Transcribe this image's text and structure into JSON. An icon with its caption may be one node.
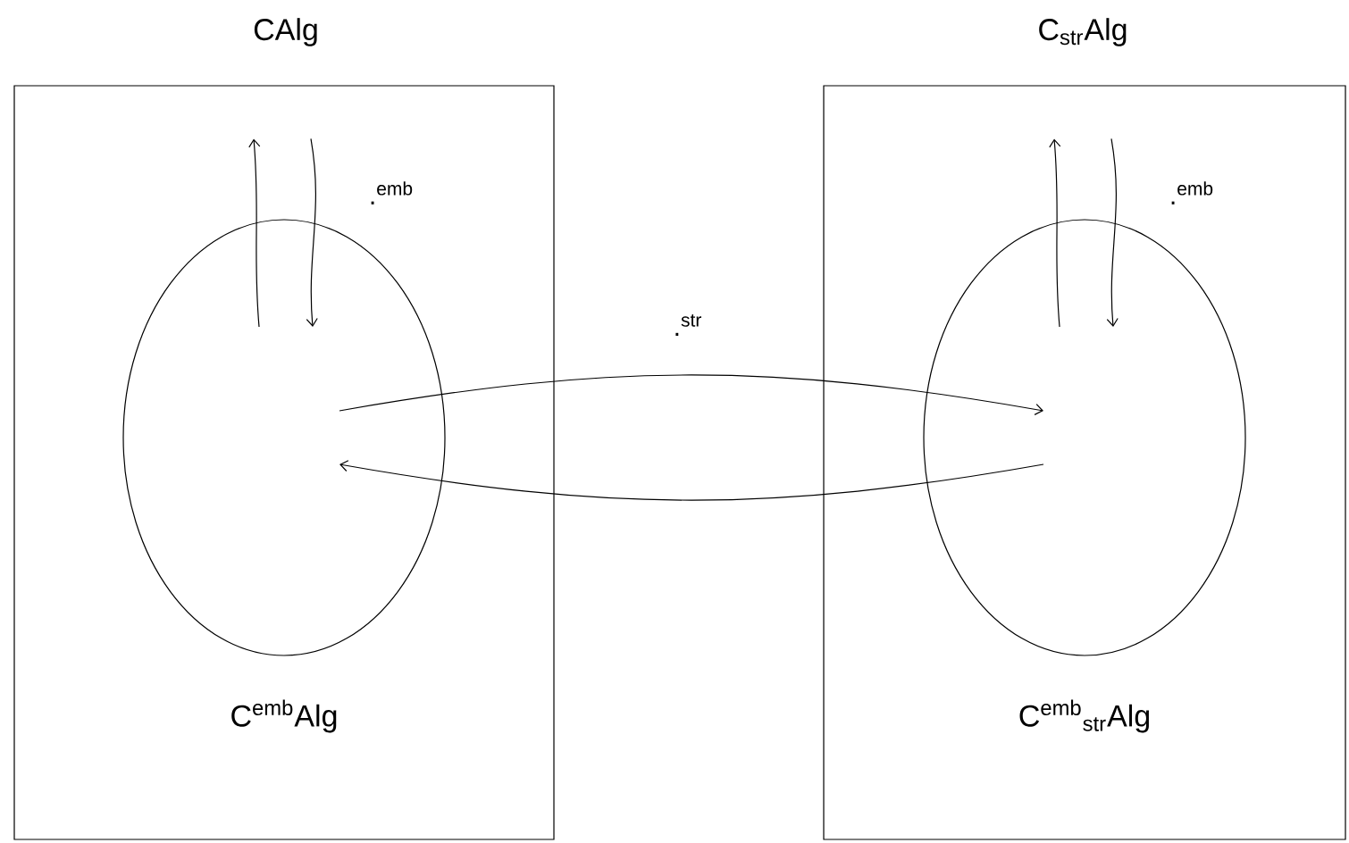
{
  "diagram": {
    "nodes": [
      {
        "text": [
          "CAlg"
        ]
      },
      {
        "text": [
          "C$^{emb}$Alg"
        ],
        "in": 0
      },
      {
        "text": [
          "C$_{str}$Alg"
        ]
      },
      {
        "text": [
          "C$^{emb}$$_{str}$Alg"
        ],
        "in": 2
      }
    ],
    "edges": [
      {
        "from": 1,
        "to": 0,
        "arrow": "to"
      },
      {
        "from": 0,
        "to": 1,
        "arrow": "to",
        "label": ".$^{emb}$"
      },
      {
        "from": 3,
        "to": 2,
        "arrow": "to"
      },
      {
        "from": 2,
        "to": 3,
        "arrow": "to",
        "label": ".$^{emb}$"
      },
      {
        "from": 1,
        "to": 3,
        "arrow": "to",
        "label": ".$^{str}$"
      },
      {
        "from": 3,
        "to": 1,
        "arrow": "to"
      }
    ]
  }
}
